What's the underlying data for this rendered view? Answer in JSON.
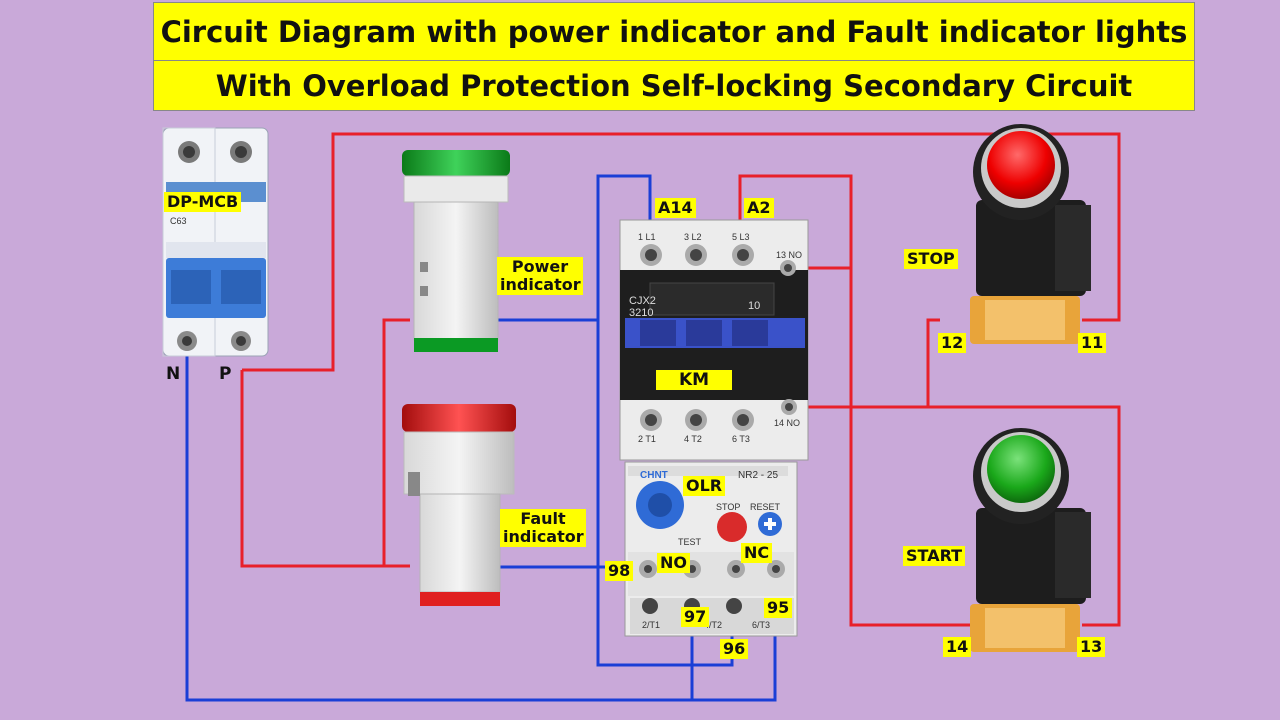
{
  "title": {
    "line1": "Circuit Diagram with power indicator and Fault indicator lights",
    "line2": "With Overload Protection Self-locking Secondary Circuit"
  },
  "colors": {
    "background": "#c9a9d9",
    "title_bg": "#ffff00",
    "live_wire": "#e8202a",
    "neutral_wire": "#1a3fd6"
  },
  "mcb": {
    "label": "DP-MCB",
    "neutral_label": "N",
    "phase_label": "P",
    "rating": "C63"
  },
  "power_indicator": {
    "label_line1": "Power",
    "label_line2": "indicator",
    "color": "green"
  },
  "fault_indicator": {
    "label_line1": "Fault",
    "label_line2": "indicator",
    "color": "red"
  },
  "contactor": {
    "label": "KM",
    "model_line1": "CJX2",
    "model_line2": "3210",
    "aux_rating": "10",
    "a14_label": "A14",
    "a2_label": "A2",
    "top_terminals": [
      "1 L1",
      "3 L2",
      "5 L3",
      "13 NO"
    ],
    "bottom_terminals": [
      "2 T1",
      "4 T2",
      "6 T3",
      "14 NO"
    ]
  },
  "overload_relay": {
    "label": "OLR",
    "brand": "CHNT",
    "model": "NR2 - 25",
    "stop_text": "STOP",
    "reset_text": "RESET",
    "test_text": "TEST",
    "no_label": "NO",
    "nc_label": "NC",
    "terminals": [
      "98",
      "97",
      "96",
      "95"
    ],
    "bottom_marks": [
      "2/T1",
      "4/T2",
      "6/T3"
    ]
  },
  "stop_button": {
    "label": "STOP",
    "terminal_left": "12",
    "terminal_right": "11",
    "color": "red"
  },
  "start_button": {
    "label": "START",
    "terminal_left": "14",
    "terminal_right": "13",
    "color": "green"
  }
}
